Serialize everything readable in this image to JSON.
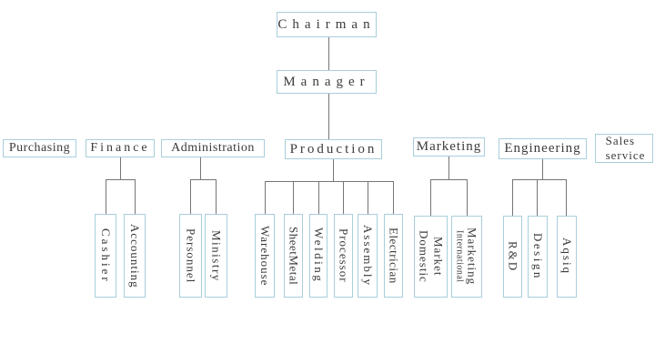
{
  "diagram_type": "organization-chart",
  "colors": {
    "background": "#ffffff",
    "box_border": "#a9cedb",
    "box_fill": "#ffffff",
    "connector_line": "#757575",
    "text": "#3b3b3b"
  },
  "nodes": {
    "chairman": "Chairman",
    "manager": "Manager",
    "purchasing": "Purchasing",
    "finance": "Finance",
    "administration": "Administration",
    "production": "Production",
    "marketing": "Marketing",
    "engineering": "Engineering",
    "sales_service": [
      "Sales",
      "service"
    ],
    "cashier": "Cashier",
    "accounting": "Accounting",
    "personnel": "Personnel",
    "ministry": "Ministry",
    "warehouse": "Warehouse",
    "sheetmetal": "SheetMetal",
    "welding": "Welding",
    "processor": "Processor",
    "assembly": "Assembly",
    "electrician": "Electrician",
    "market_domestic": [
      "Market",
      "Domestic"
    ],
    "marketing_international": [
      "Marketing",
      "International"
    ],
    "rd": "R&D",
    "design": "Design",
    "aqsiq": "Aqsiq"
  },
  "hierarchy": {
    "chairman": [
      "manager"
    ],
    "manager": [
      "production"
    ],
    "finance": [
      "cashier",
      "accounting"
    ],
    "administration": [
      "personnel",
      "ministry"
    ],
    "production": [
      "warehouse",
      "sheetmetal",
      "welding",
      "processor",
      "assembly",
      "electrician"
    ],
    "marketing": [
      "market_domestic",
      "marketing_international"
    ],
    "engineering": [
      "rd",
      "design",
      "aqsiq"
    ],
    "purchasing": [],
    "sales_service": []
  }
}
